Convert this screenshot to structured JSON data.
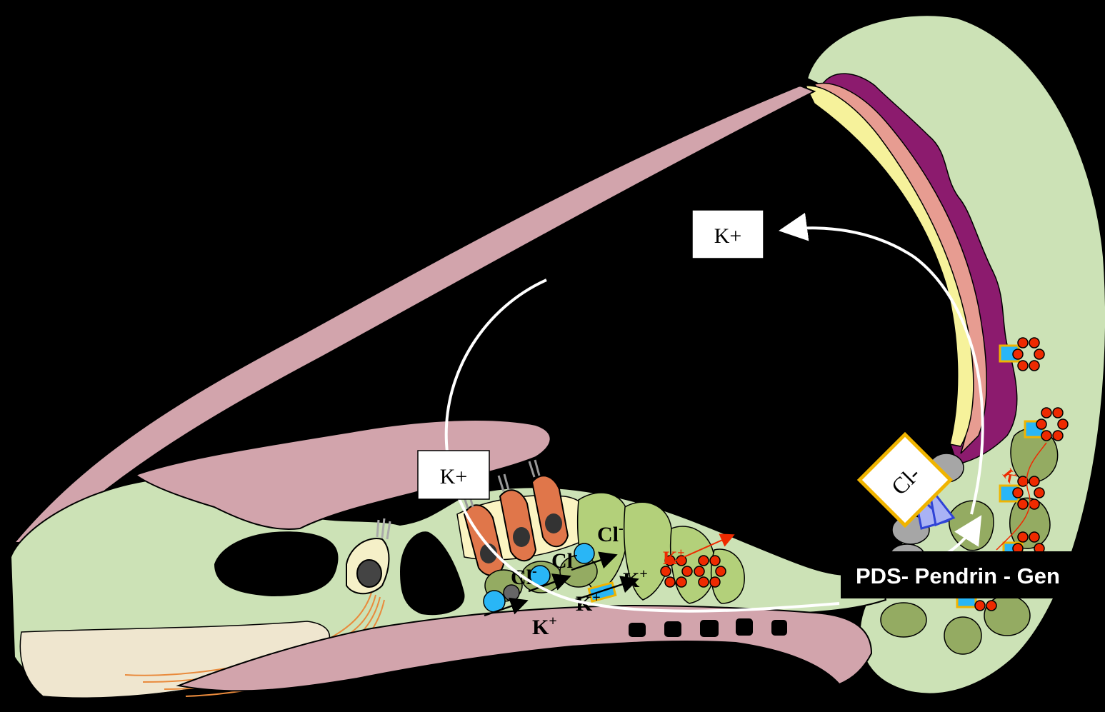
{
  "labels": {
    "k_plus_upper": "K+",
    "k_plus_lower": "K+",
    "cl_box": "Cl-",
    "pds_caption": "PDS- Pendrin - Gen"
  },
  "ions": {
    "cl_1": "Cl",
    "cl_1_sup": "-",
    "cl_2": "Cl",
    "cl_2_sup": "-",
    "cl_3": "Cl",
    "cl_3_sup": "-",
    "k_1": "K",
    "k_1_sup": "+",
    "k_2": "K",
    "k_2_sup": "+",
    "k_3": "K",
    "k_3_sup": "+",
    "k_red": "K",
    "k_red_sup": "+",
    "k_red_right": "K"
  },
  "colors": {
    "background": "#000000",
    "tissue_green": "#cce2b6",
    "membrane_pink": "#d2a4ac",
    "stria_purple": "#8c1b6e",
    "stria_salmon": "#e79c91",
    "stria_yellow": "#f6f29b",
    "hair_cell_orange": "#e0764a",
    "supporting_cell_green": "#b3d07a",
    "dark_cell_green": "#94ab62",
    "channel_blue": "#29b6f6",
    "potassium_red": "#ee2a00",
    "pendrin_blue": "#2f43d6"
  }
}
